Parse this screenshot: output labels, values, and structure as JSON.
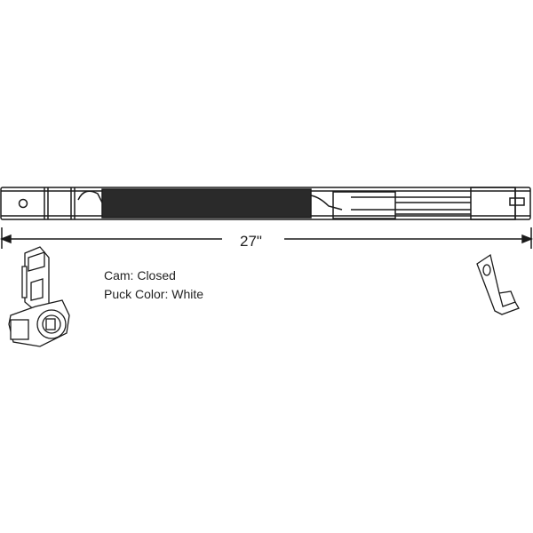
{
  "dimension": {
    "length": "27\""
  },
  "specs": {
    "cam": "Cam: Closed",
    "puck_color": "Puck Color: White"
  },
  "colors": {
    "line": "#1a1a1a",
    "background": "#ffffff"
  }
}
